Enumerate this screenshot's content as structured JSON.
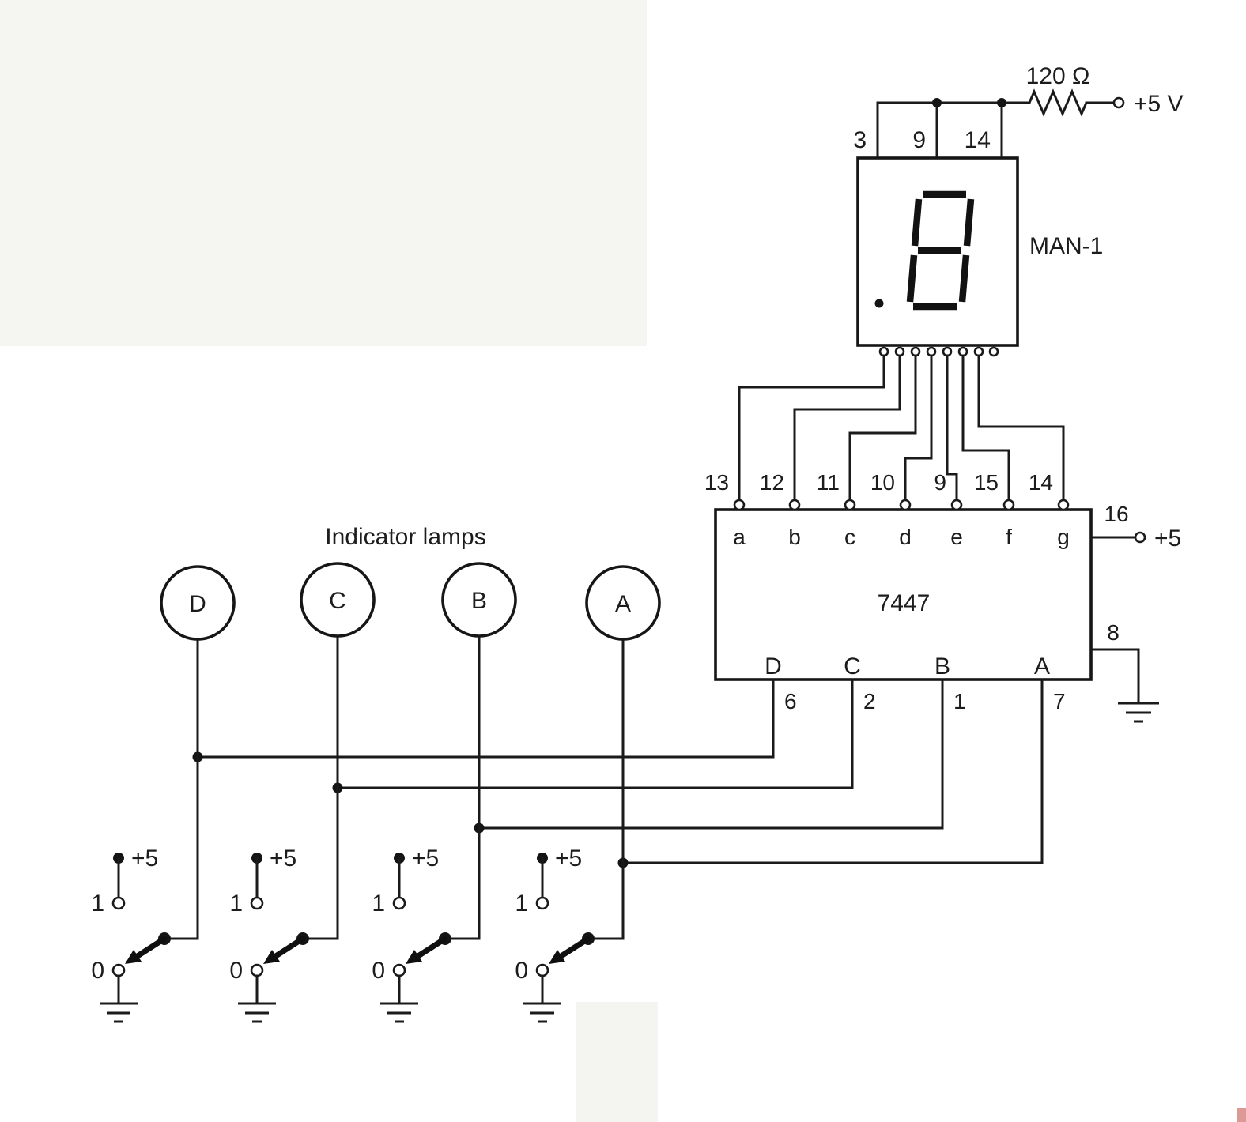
{
  "power": {
    "resistor_label": "120 Ω",
    "supply_label": "+5 V"
  },
  "display": {
    "name": "MAN-1",
    "top_pins": [
      "3",
      "9",
      "14"
    ]
  },
  "decoder": {
    "name": "7447",
    "seg_pin_numbers": [
      "13",
      "12",
      "11",
      "10",
      "9",
      "15",
      "14"
    ],
    "seg_letters": [
      "a",
      "b",
      "c",
      "d",
      "e",
      "f",
      "g"
    ],
    "vcc_pin": "16",
    "vcc_label": "+5",
    "gnd_pin": "8",
    "input_letters": [
      "D",
      "C",
      "B",
      "A"
    ],
    "input_pins": [
      "6",
      "2",
      "1",
      "7"
    ]
  },
  "lamps": {
    "title": "Indicator lamps",
    "labels": [
      "D",
      "C",
      "B",
      "A"
    ]
  },
  "switches": [
    {
      "plus": "+5",
      "one": "1",
      "zero": "0"
    },
    {
      "plus": "+5",
      "one": "1",
      "zero": "0"
    },
    {
      "plus": "+5",
      "one": "1",
      "zero": "0"
    },
    {
      "plus": "+5",
      "one": "1",
      "zero": "0"
    }
  ],
  "colors": {
    "ink": "#1a1a1a",
    "paper": "#ffffff",
    "scan_shade": "#f4f4f1"
  }
}
